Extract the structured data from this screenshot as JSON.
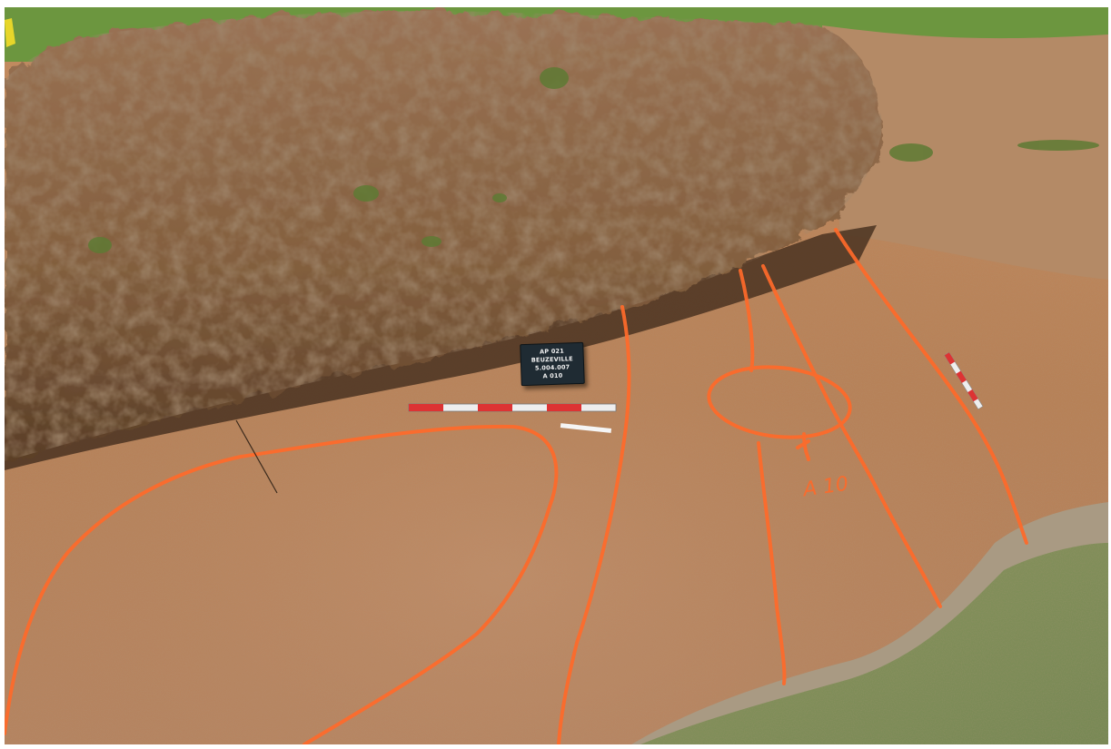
{
  "photo": {
    "subject": "archaeological excavation trench with spoil heap and orange-marked features",
    "colors": {
      "soil_floor": "#b98560",
      "spoil_heap": "#8a6446",
      "grass": "#5f8c3a",
      "paint": "#ff6a2a"
    }
  },
  "sign": {
    "line1": "AP 021",
    "line2": "BEUZEVILLE",
    "line3": "5.004.007",
    "line4": "A 010"
  },
  "painted_label": "A 10"
}
